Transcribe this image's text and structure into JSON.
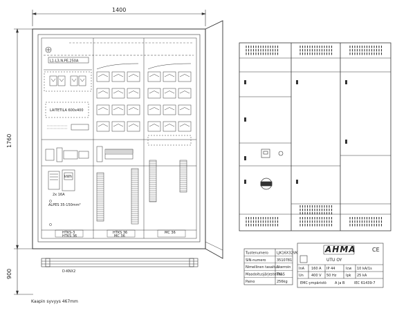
{
  "dimensions": {
    "width": "1400",
    "height": "1760",
    "plinth": "900",
    "depth_note": "Kaapin syvyys 467mm"
  },
  "cabinet": {
    "bus_label": "L1-L3,N,PE,250A",
    "panel_label": "LAITETILA   600x400",
    "left_switch_label": "2x 16A",
    "meter_label": "kWh",
    "left_small_label": "ALPES 35-150mm²",
    "section_labels": [
      {
        "top": "HTKS-3",
        "bottom": "HTKS 36"
      },
      {
        "top": "HTKS 36",
        "bottom": "MC 36"
      },
      {
        "top": "MC 36",
        "bottom": ""
      }
    ],
    "plinth_label": "D-KNX2"
  },
  "spec_table": {
    "rows": [
      {
        "label": "Tuotenumero",
        "value": "LJK16X32VK"
      },
      {
        "label": "SIN-numero",
        "value": "3510781"
      },
      {
        "label": "Nimellinen tasaituskerroin",
        "value": "1"
      },
      {
        "label": "Maadoitusjärjestelmä",
        "value": "TN-S"
      },
      {
        "label": "Paino",
        "value": "256kg"
      }
    ]
  },
  "nameplate": {
    "brand": "AHMA",
    "company": "UTU OY",
    "ce_mark": "CE",
    "cells": [
      [
        "InA",
        "160 A",
        "IP 44",
        "Icw",
        "10 kA/1s"
      ],
      [
        "Un",
        "400 V",
        "50 Hz",
        "Ipk",
        "25 kA"
      ]
    ],
    "footer": [
      "EMC-ympäristö",
      "A ja B",
      "IEC 61439-7"
    ]
  }
}
